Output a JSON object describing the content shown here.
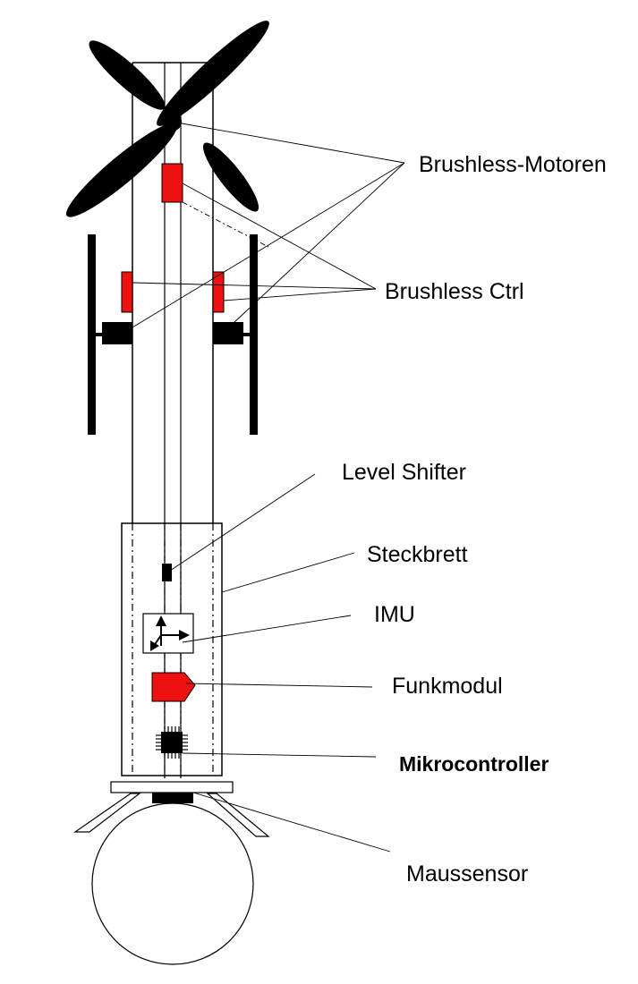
{
  "labels": {
    "brushless_motoren": "Brushless-Motoren",
    "brushless_ctrl": "Brushless Ctrl",
    "level_shifter": "Level Shifter",
    "steckbrett": "Steckbrett",
    "imu": "IMU",
    "funkmodul": "Funkmodul",
    "mikrocontroller": "Mikrocontroller",
    "maussensor": "Maussensor"
  },
  "colors": {
    "component_red": "#ee1111",
    "ink": "#000000",
    "paper": "#ffffff"
  }
}
